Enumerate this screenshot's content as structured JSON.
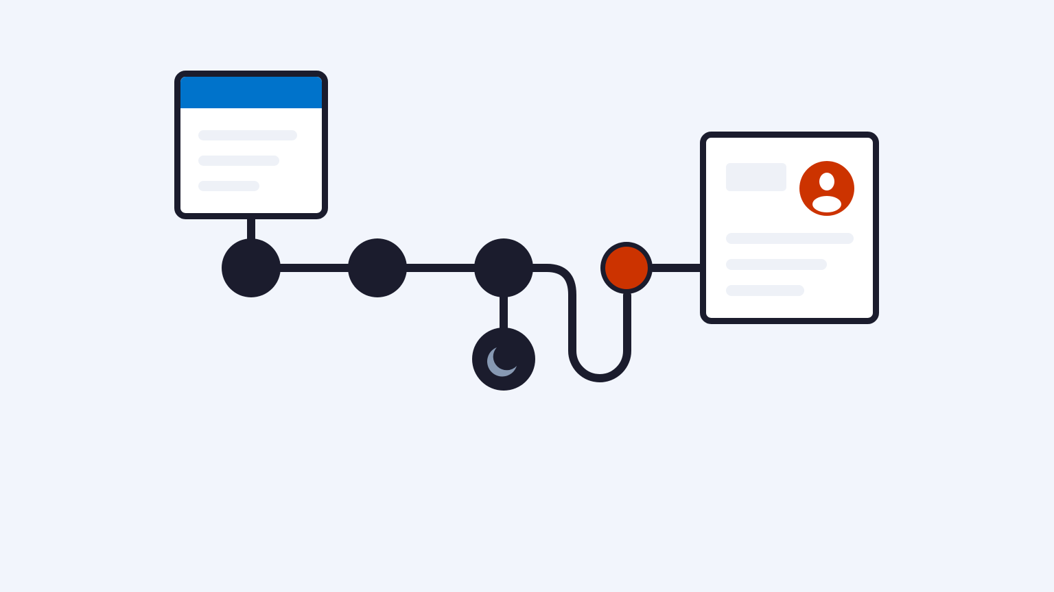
{
  "colors": {
    "background": "#f2f5fc",
    "outline": "#1b1c2d",
    "card_fill": "#ffffff",
    "card_header": "#0073cb",
    "placeholder": "#eef1f7",
    "accent": "#cc3300",
    "moon": "#8799b3"
  },
  "icons": {
    "avatar": "user-avatar-icon",
    "moon": "moon-icon"
  },
  "flow": {
    "nodes": [
      {
        "id": "step-1",
        "style": "filled"
      },
      {
        "id": "step-2",
        "style": "filled"
      },
      {
        "id": "step-3",
        "style": "filled"
      },
      {
        "id": "step-wait",
        "style": "filled",
        "icon": "moon-icon"
      },
      {
        "id": "step-accent",
        "style": "accent"
      }
    ],
    "cards": [
      {
        "id": "source-card",
        "header": true,
        "placeholder_lines": 3
      },
      {
        "id": "profile-card",
        "avatar": true,
        "placeholder_lines": 3
      }
    ]
  }
}
